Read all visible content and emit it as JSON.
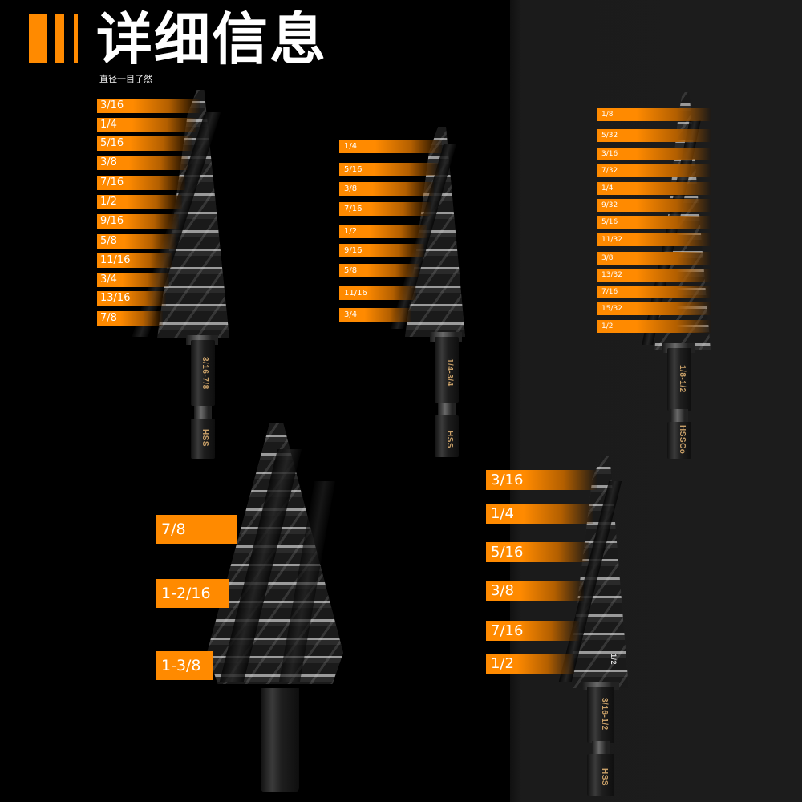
{
  "header": {
    "title": "详细信息",
    "subtitle": "直径一目了然",
    "accent_color": "#ff8a00"
  },
  "colors": {
    "background_left": "#000000",
    "background_right": "#1c1c1c",
    "label_orange": "#ff8a00",
    "label_text": "#ffffff",
    "engraving": "#c9a068"
  },
  "bits": [
    {
      "id": "bit-3-16-7-8",
      "range_engraving": "3/16-7/8",
      "material_engraving": "HSS",
      "sizes": [
        "3/16",
        "1/4",
        "5/16",
        "3/8",
        "7/16",
        "1/2",
        "9/16",
        "5/8",
        "11/16",
        "3/4",
        "13/16",
        "7/8"
      ]
    },
    {
      "id": "bit-1-4-3-4",
      "range_engraving": "1/4-3/4",
      "material_engraving": "HSS",
      "sizes": [
        "1/4",
        "5/16",
        "3/8",
        "7/16",
        "1/2",
        "9/16",
        "5/8",
        "11/16",
        "3/4"
      ]
    },
    {
      "id": "bit-1-8-1-2",
      "range_engraving": "1/8-1/2",
      "material_engraving": "HSSCo",
      "sizes": [
        "1/8",
        "5/32",
        "3/16",
        "7/32",
        "1/4",
        "9/32",
        "5/16",
        "11/32",
        "3/8",
        "13/32",
        "7/16",
        "15/32",
        "1/2"
      ]
    },
    {
      "id": "bit-7-8-1-3-8",
      "range_engraving": "",
      "material_engraving": "",
      "sizes": [
        "7/8",
        "1-2/16",
        "1-3/8"
      ]
    },
    {
      "id": "bit-3-16-1-2",
      "range_engraving": "3/16-1/2",
      "material_engraving": "HSS",
      "step_engraving": "1/2",
      "sizes": [
        "3/16",
        "1/4",
        "5/16",
        "3/8",
        "7/16",
        "1/2"
      ]
    }
  ]
}
